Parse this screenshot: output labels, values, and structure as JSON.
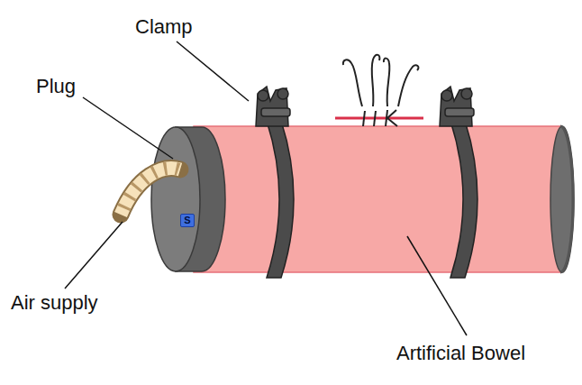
{
  "diagram": {
    "nodes": [
      {
        "text": [
          "S"
        ]
      }
    ],
    "labels": [
      "Plug",
      "Clamp",
      "Air supply",
      "Artificial Bowel"
    ]
  }
}
